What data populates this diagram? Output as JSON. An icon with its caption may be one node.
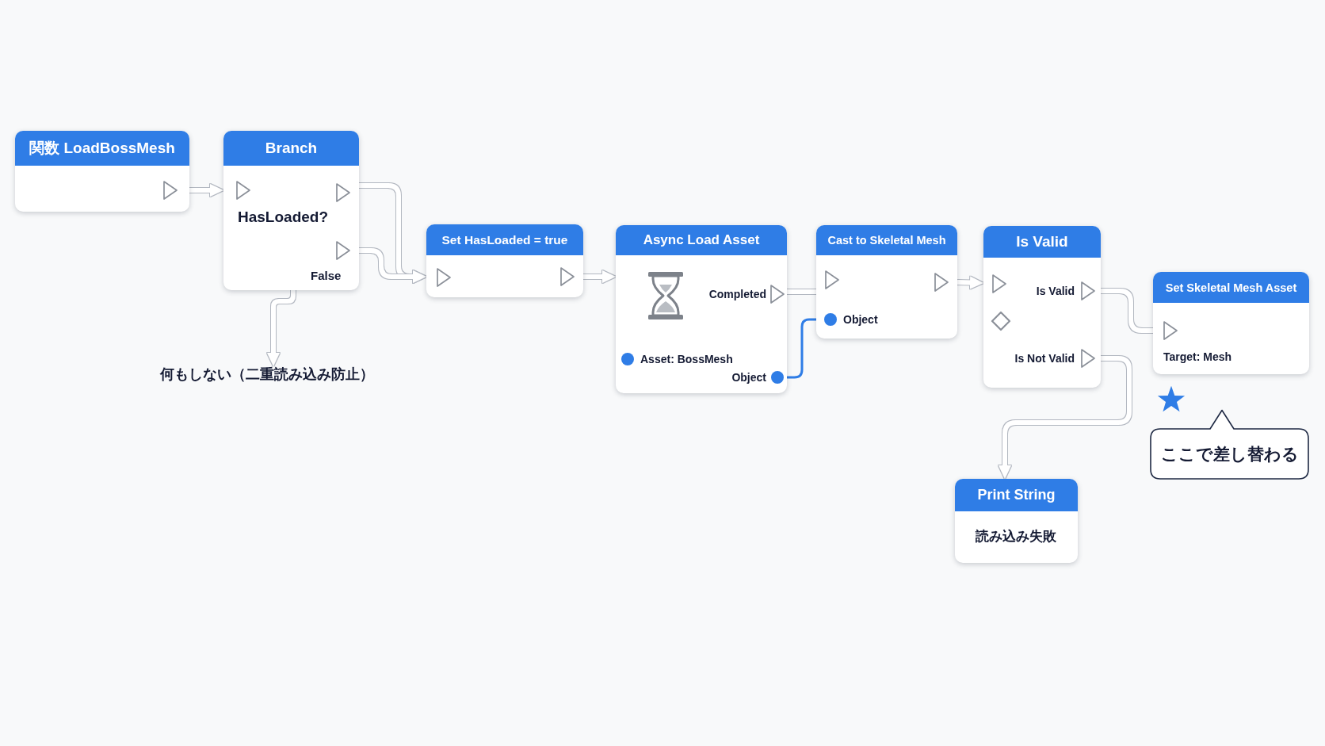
{
  "diagram": {
    "nodes": [
      {
        "text": [
          "関数 LoadBossMesh"
        ]
      },
      {
        "text": [
          "Branch",
          "HasLoaded?",
          "False"
        ]
      },
      {
        "text": [
          "何もしない（二重読み込み防止）"
        ]
      },
      {
        "text": [
          "Set HasLoaded = true"
        ]
      },
      {
        "text": [
          "Async Load Asset",
          "Completed",
          "Asset: BossMesh",
          "Object"
        ]
      },
      {
        "text": [
          "Cast to Skeletal Mesh",
          "Object"
        ]
      },
      {
        "text": [
          "Is Valid",
          "Is Valid",
          "Is Not Valid"
        ]
      },
      {
        "text": [
          "Set Skeletal Mesh Asset",
          "Target: Mesh"
        ]
      },
      {
        "text": [
          "Print String",
          "読み込み失敗"
        ]
      },
      {
        "text": [
          "ここで差し替わる"
        ]
      }
    ],
    "edges": [
      {
        "from": 0,
        "to": 1,
        "arrow": "to"
      },
      {
        "from": 1,
        "to": 3,
        "arrow": "to"
      },
      {
        "from": 1,
        "to": 3,
        "arrow": "to"
      },
      {
        "from": 1,
        "to": 2,
        "arrow": "to"
      },
      {
        "from": 3,
        "to": 4,
        "arrow": "to"
      },
      {
        "from": 4,
        "to": 5,
        "arrow": "none"
      },
      {
        "from": 4,
        "to": 5,
        "arrow": "none",
        "color": "#2f7de6"
      },
      {
        "from": 5,
        "to": 6,
        "arrow": "to"
      },
      {
        "from": 6,
        "to": 7,
        "arrow": "none"
      },
      {
        "from": 6,
        "to": 8,
        "arrow": "to"
      }
    ]
  }
}
